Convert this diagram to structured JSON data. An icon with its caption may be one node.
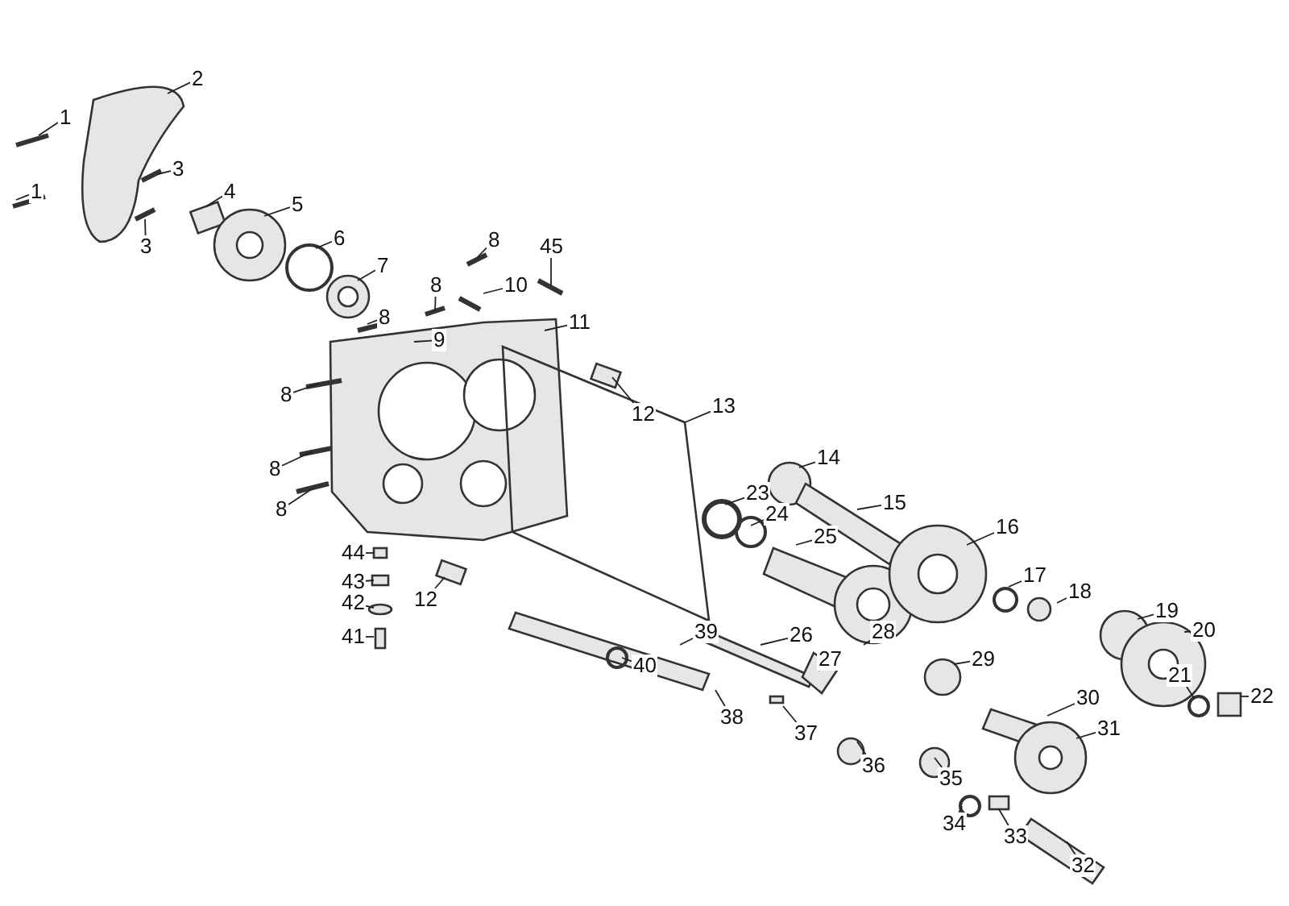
{
  "diagram": {
    "nodes": [
      {
        "text": [
          "1"
        ]
      },
      {
        "text": [
          "2"
        ]
      },
      {
        "text": [
          "1"
        ]
      },
      {
        "text": [
          "3"
        ]
      },
      {
        "text": [
          "3"
        ]
      },
      {
        "text": [
          "4"
        ]
      },
      {
        "text": [
          "5"
        ]
      },
      {
        "text": [
          "6"
        ]
      },
      {
        "text": [
          "7"
        ]
      },
      {
        "text": [
          "8"
        ]
      },
      {
        "text": [
          "45"
        ]
      },
      {
        "text": [
          "10"
        ]
      },
      {
        "text": [
          "8"
        ]
      },
      {
        "text": [
          "8"
        ]
      },
      {
        "text": [
          "9"
        ]
      },
      {
        "text": [
          "11"
        ]
      },
      {
        "text": [
          "8"
        ]
      },
      {
        "text": [
          "12"
        ]
      },
      {
        "text": [
          "13"
        ]
      },
      {
        "text": [
          "8"
        ]
      },
      {
        "text": [
          "14"
        ]
      },
      {
        "text": [
          "8"
        ]
      },
      {
        "text": [
          "23"
        ]
      },
      {
        "text": [
          "15"
        ]
      },
      {
        "text": [
          "24"
        ]
      },
      {
        "text": [
          "25"
        ]
      },
      {
        "text": [
          "16"
        ]
      },
      {
        "text": [
          "44"
        ]
      },
      {
        "text": [
          "43"
        ]
      },
      {
        "text": [
          "17"
        ]
      },
      {
        "text": [
          "18"
        ]
      },
      {
        "text": [
          "12"
        ]
      },
      {
        "text": [
          "42"
        ]
      },
      {
        "text": [
          "19"
        ]
      },
      {
        "text": [
          "20"
        ]
      },
      {
        "text": [
          "41"
        ]
      },
      {
        "text": [
          "39"
        ]
      },
      {
        "text": [
          "28"
        ]
      },
      {
        "text": [
          "26"
        ]
      },
      {
        "text": [
          "40"
        ]
      },
      {
        "text": [
          "27"
        ]
      },
      {
        "text": [
          "29"
        ]
      },
      {
        "text": [
          "21"
        ]
      },
      {
        "text": [
          "22"
        ]
      },
      {
        "text": [
          "30"
        ]
      },
      {
        "text": [
          "38"
        ]
      },
      {
        "text": [
          "31"
        ]
      },
      {
        "text": [
          "37"
        ]
      },
      {
        "text": [
          "36"
        ]
      },
      {
        "text": [
          "35"
        ]
      },
      {
        "text": [
          "34"
        ]
      },
      {
        "text": [
          "33"
        ]
      },
      {
        "text": [
          "32"
        ]
      }
    ],
    "edges": [
      {
        "from": 0,
        "to": null,
        "arrow": "none"
      },
      {
        "from": 1,
        "to": null,
        "arrow": "none"
      },
      {
        "from": 2,
        "to": null,
        "arrow": "none"
      },
      {
        "from": 3,
        "to": null,
        "arrow": "none"
      },
      {
        "from": 4,
        "to": null,
        "arrow": "none"
      },
      {
        "from": 5,
        "to": null,
        "arrow": "none"
      },
      {
        "from": 6,
        "to": null,
        "arrow": "none"
      },
      {
        "from": 7,
        "to": null,
        "arrow": "none"
      },
      {
        "from": 8,
        "to": null,
        "arrow": "none"
      },
      {
        "from": 9,
        "to": null,
        "arrow": "none"
      },
      {
        "from": 10,
        "to": null,
        "arrow": "none"
      },
      {
        "from": 11,
        "to": null,
        "arrow": "none"
      },
      {
        "from": 12,
        "to": null,
        "arrow": "none"
      },
      {
        "from": 13,
        "to": null,
        "arrow": "none"
      },
      {
        "from": 14,
        "to": null,
        "arrow": "none"
      },
      {
        "from": 15,
        "to": null,
        "arrow": "none"
      },
      {
        "from": 16,
        "to": null,
        "arrow": "none"
      },
      {
        "from": 17,
        "to": null,
        "arrow": "none"
      },
      {
        "from": 18,
        "to": null,
        "arrow": "none"
      },
      {
        "from": 19,
        "to": null,
        "arrow": "none"
      },
      {
        "from": 20,
        "to": null,
        "arrow": "none"
      },
      {
        "from": 21,
        "to": null,
        "arrow": "none"
      },
      {
        "from": 22,
        "to": null,
        "arrow": "none"
      },
      {
        "from": 23,
        "to": null,
        "arrow": "none"
      },
      {
        "from": 24,
        "to": null,
        "arrow": "none"
      },
      {
        "from": 25,
        "to": null,
        "arrow": "none"
      },
      {
        "from": 26,
        "to": null,
        "arrow": "none"
      },
      {
        "from": 27,
        "to": null,
        "arrow": "none"
      },
      {
        "from": 28,
        "to": null,
        "arrow": "none"
      },
      {
        "from": 29,
        "to": null,
        "arrow": "none"
      },
      {
        "from": 30,
        "to": null,
        "arrow": "none"
      },
      {
        "from": 31,
        "to": null,
        "arrow": "none"
      },
      {
        "from": 32,
        "to": null,
        "arrow": "none"
      },
      {
        "from": 33,
        "to": null,
        "arrow": "none"
      },
      {
        "from": 34,
        "to": null,
        "arrow": "none"
      },
      {
        "from": 35,
        "to": null,
        "arrow": "none"
      },
      {
        "from": 36,
        "to": null,
        "arrow": "none"
      },
      {
        "from": 37,
        "to": null,
        "arrow": "none"
      },
      {
        "from": 38,
        "to": null,
        "arrow": "none"
      },
      {
        "from": 39,
        "to": null,
        "arrow": "none"
      },
      {
        "from": 40,
        "to": null,
        "arrow": "none"
      },
      {
        "from": 41,
        "to": null,
        "arrow": "none"
      },
      {
        "from": 42,
        "to": null,
        "arrow": "none"
      },
      {
        "from": 43,
        "to": null,
        "arrow": "none"
      },
      {
        "from": 44,
        "to": null,
        "arrow": "none"
      },
      {
        "from": 45,
        "to": null,
        "arrow": "none"
      },
      {
        "from": 46,
        "to": null,
        "arrow": "none"
      },
      {
        "from": 47,
        "to": null,
        "arrow": "none"
      },
      {
        "from": 48,
        "to": null,
        "arrow": "none"
      },
      {
        "from": 49,
        "to": null,
        "arrow": "none"
      },
      {
        "from": 50,
        "to": null,
        "arrow": "none"
      },
      {
        "from": 51,
        "to": null,
        "arrow": "none"
      },
      {
        "from": 52,
        "to": null,
        "arrow": "none"
      }
    ]
  }
}
